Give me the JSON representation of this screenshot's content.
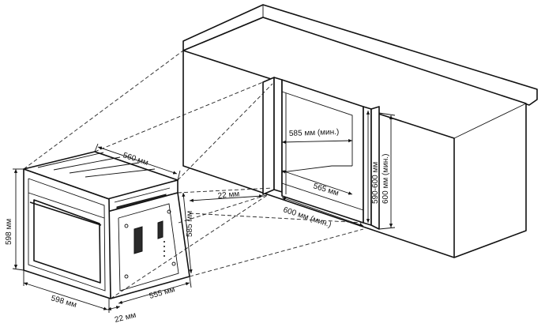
{
  "dimensions": {
    "oven_height": "598 мм",
    "oven_width": "598 мм",
    "oven_depth_top": "560 мм",
    "oven_side_height": "585 мм",
    "oven_depth_body": "555 мм",
    "front_panel_bottom": "22 мм",
    "front_panel_side": "22 мм",
    "niche_height_min": "585 мм (мин.)",
    "niche_width": "565 мм",
    "niche_depth_min": "600 мм (мин.)",
    "niche_opening": "590-600 мм",
    "cabinet_height_min": "600 мм (мин.)"
  }
}
